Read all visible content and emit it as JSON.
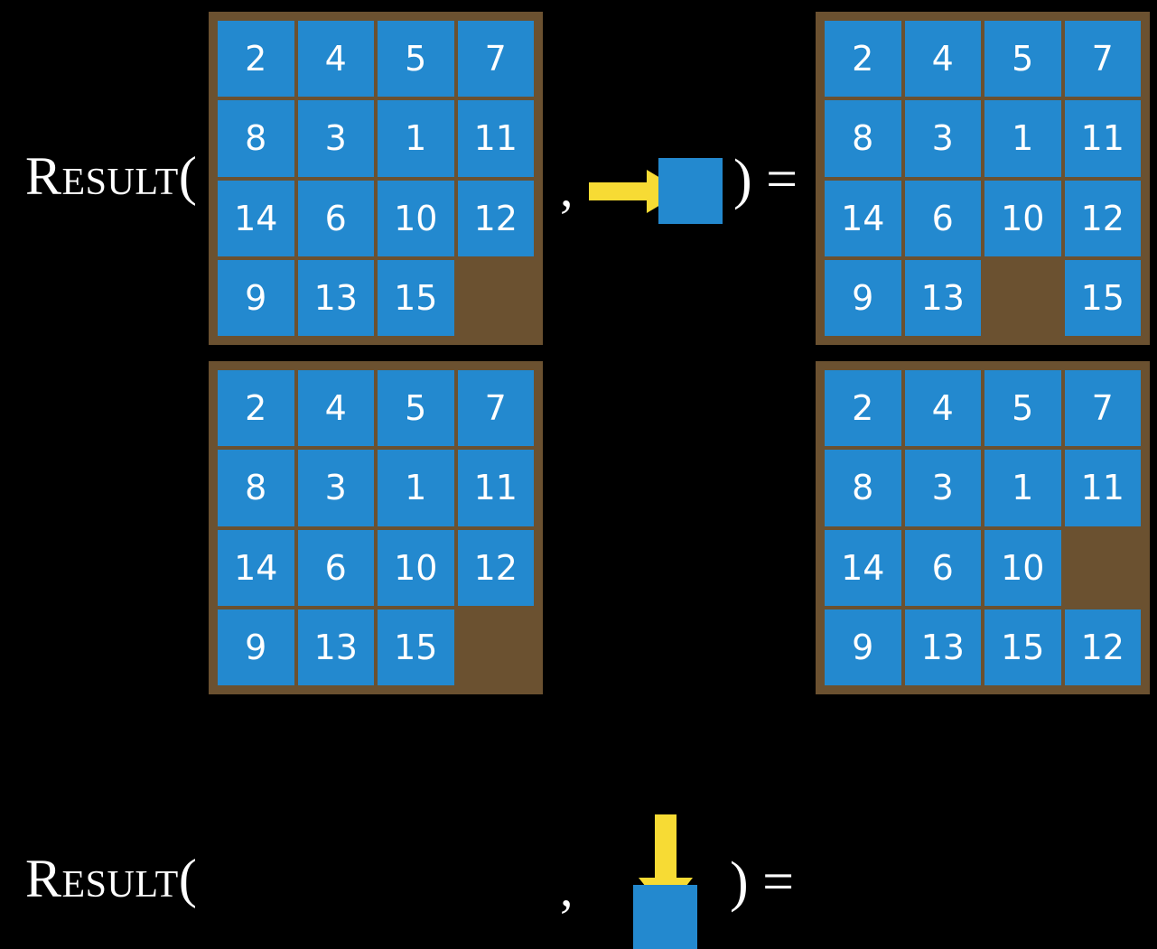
{
  "page": {
    "background_color": "#000000",
    "board_color": "#6b5130",
    "tile_color": "#2389cf",
    "tile_text_color": "#ffffff",
    "arrow_color": "#f7db34",
    "label_color": "#ffffff"
  },
  "rows": [
    {
      "label": "Result(",
      "comma": ",",
      "close_eq": ") =",
      "move": {
        "direction": "right",
        "icon": "arrow-right-icon"
      },
      "input_grid": [
        [
          "2",
          "4",
          "5",
          "7"
        ],
        [
          "8",
          "3",
          "1",
          "11"
        ],
        [
          "14",
          "6",
          "10",
          "12"
        ],
        [
          "9",
          "13",
          "15",
          ""
        ]
      ],
      "output_grid": [
        [
          "2",
          "4",
          "5",
          "7"
        ],
        [
          "8",
          "3",
          "1",
          "11"
        ],
        [
          "14",
          "6",
          "10",
          "12"
        ],
        [
          "9",
          "13",
          "",
          "15"
        ]
      ]
    },
    {
      "label": "Result(",
      "comma": ",",
      "close_eq": ") =",
      "move": {
        "direction": "down",
        "icon": "arrow-down-icon"
      },
      "input_grid": [
        [
          "2",
          "4",
          "5",
          "7"
        ],
        [
          "8",
          "3",
          "1",
          "11"
        ],
        [
          "14",
          "6",
          "10",
          "12"
        ],
        [
          "9",
          "13",
          "15",
          ""
        ]
      ],
      "output_grid": [
        [
          "2",
          "4",
          "5",
          "7"
        ],
        [
          "8",
          "3",
          "1",
          "11"
        ],
        [
          "14",
          "6",
          "10",
          ""
        ],
        [
          "9",
          "13",
          "15",
          "12"
        ]
      ]
    }
  ]
}
